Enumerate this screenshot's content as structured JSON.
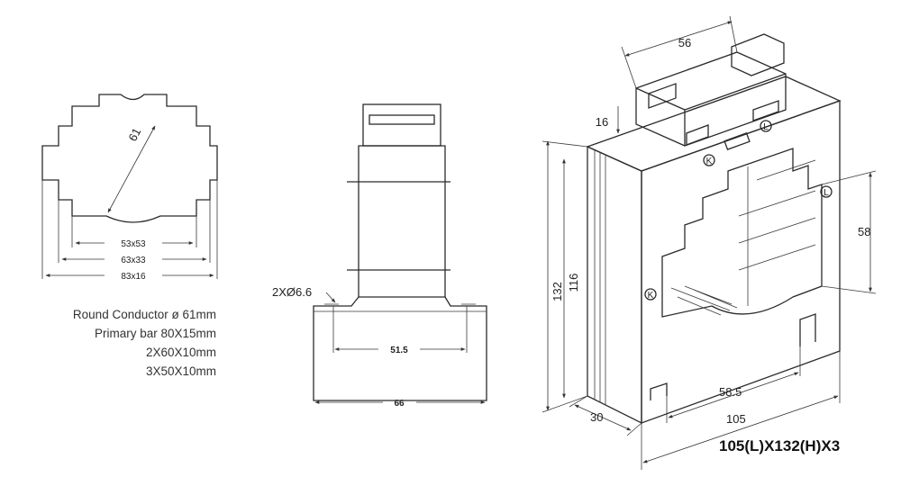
{
  "left_view": {
    "diameter": "61",
    "dim_inner": "53x53",
    "dim_middle": "63x33",
    "dim_outer": "83x16"
  },
  "specs": [
    "Round Conductor ø 61mm",
    "Primary bar 80X15mm",
    "2X60X10mm",
    "3X50X10mm"
  ],
  "side_view": {
    "hole": "2XØ6.6",
    "inner_width": "51.5",
    "outer_width": "66"
  },
  "iso_view": {
    "top_width": "56",
    "top_depth": "16",
    "height_total": "132",
    "height_body": "116",
    "window_height": "58",
    "depth": "30",
    "mount_spacing": "58.5",
    "width": "105",
    "terminal_k": "K",
    "terminal_l": "L",
    "size_label": "105(L)X132(H)X3"
  }
}
